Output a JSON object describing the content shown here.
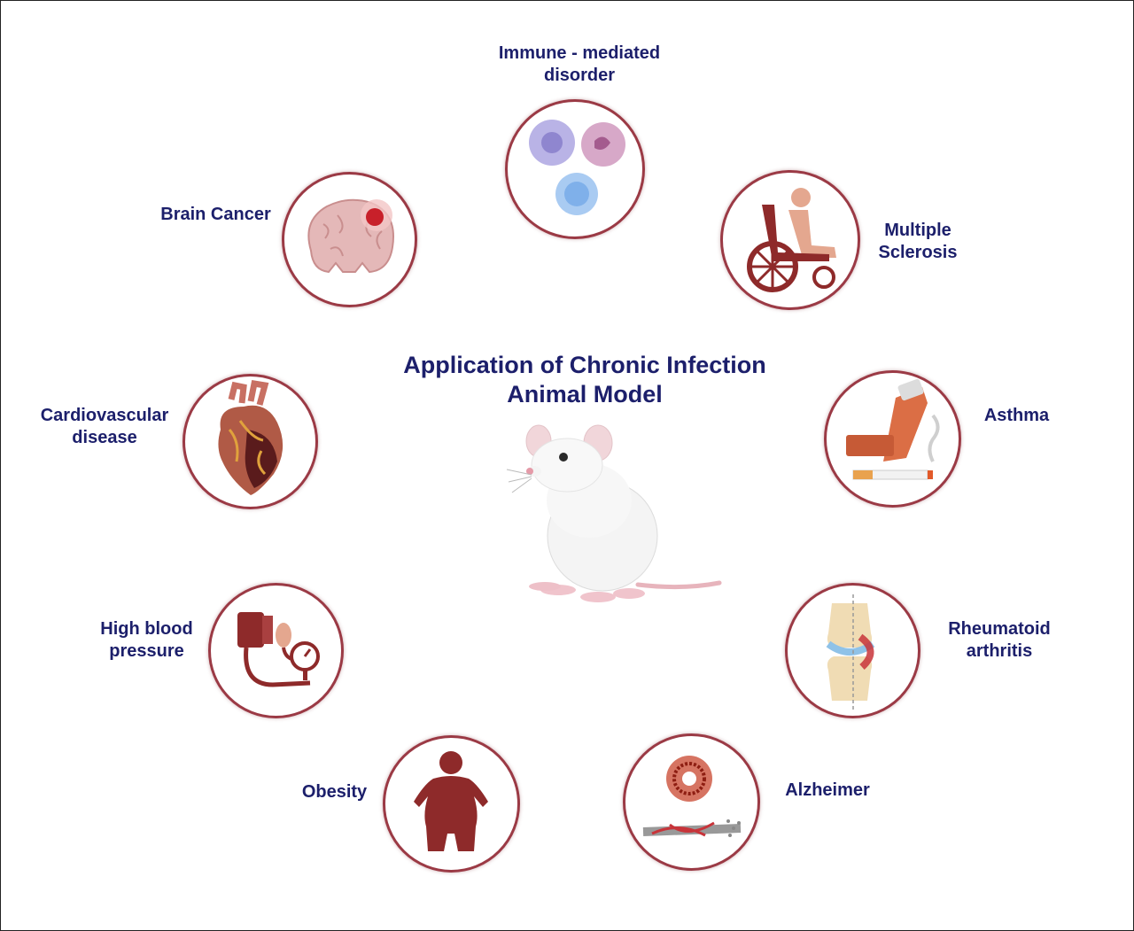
{
  "title_line1": "Application of Chronic Infection",
  "title_line2": "Animal Model",
  "colors": {
    "ring": "#9b3a45",
    "text": "#1c1f6b",
    "icon": "#8e2a2a"
  },
  "diseases": {
    "immune": {
      "line1": "Immune - mediated",
      "line2": "disorder",
      "icon": "blood-cells-icon"
    },
    "ms": {
      "line1": "Multiple",
      "line2": "Sclerosis",
      "icon": "wheelchair-icon"
    },
    "brain": {
      "label": "Brain Cancer",
      "icon": "brain-tumor-icon"
    },
    "cardio": {
      "line1": "Cardiovascular",
      "line2": "disease",
      "icon": "heart-icon"
    },
    "asthma": {
      "label": "Asthma",
      "icon": "inhaler-icon"
    },
    "hbp": {
      "line1": "High blood",
      "line2": "pressure",
      "icon": "sphygmomanometer-icon"
    },
    "ra": {
      "line1": "Rheumatoid",
      "line2": "arthritis",
      "icon": "knee-joint-icon"
    },
    "obesity": {
      "label": "Obesity",
      "icon": "obese-person-icon"
    },
    "alz": {
      "label": "Alzheimer",
      "icon": "amyloid-plaque-icon"
    }
  }
}
